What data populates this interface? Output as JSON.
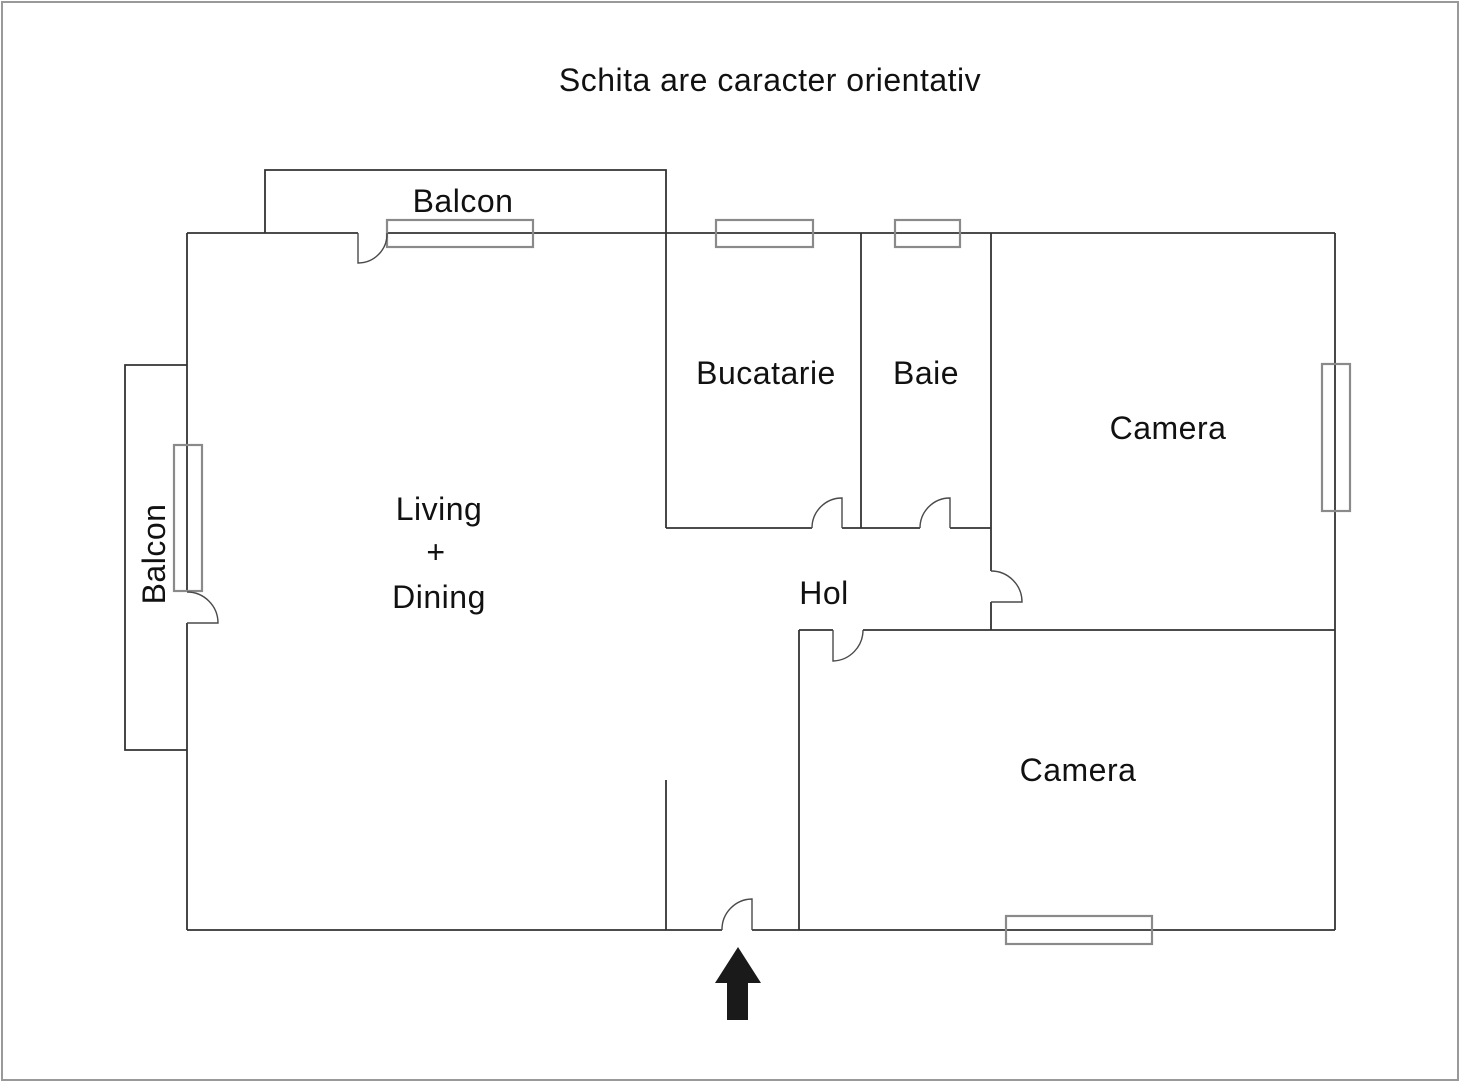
{
  "title": "Schita are caracter orientativ",
  "colors": {
    "background": "#ffffff",
    "page_border": "#999999",
    "wall": "#333333",
    "window": "#8a8a8a",
    "door": "#4a4a4a",
    "text": "#111111",
    "arrow": "#1a1a1a"
  },
  "rooms": {
    "balcony_top": {
      "label": "Balcon"
    },
    "balcony_left": {
      "label": "Balcon"
    },
    "living_dining": {
      "line1": "Living",
      "line2": "+",
      "line3": "Dining"
    },
    "kitchen": {
      "label": "Bucatarie"
    },
    "bathroom": {
      "label": "Baie"
    },
    "bedroom_top": {
      "label": "Camera"
    },
    "hall": {
      "label": "Hol"
    },
    "bedroom_bottom": {
      "label": "Camera"
    }
  },
  "icons": {
    "entrance_arrow": "arrow-up"
  }
}
